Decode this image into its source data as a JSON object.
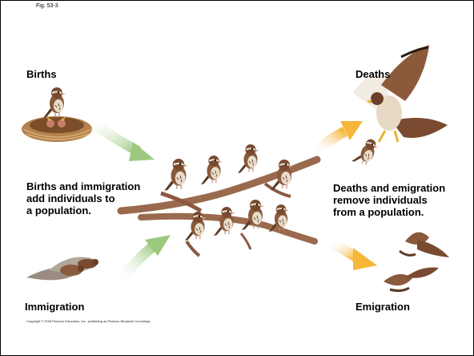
{
  "figure": {
    "label": "Fig. 53-3"
  },
  "labels": {
    "births": "Births",
    "deaths": "Deaths",
    "immigration": "Immigration",
    "emigration": "Emigration"
  },
  "captions": {
    "add_line1": "Births and immigration",
    "add_line2": "add individuals to",
    "add_line3": "a population.",
    "remove_line1": "Deaths and emigration",
    "remove_line2": "remove individuals",
    "remove_line3": "from a population."
  },
  "copyright": "Copyright © 2008 Pearson Education, Inc., publishing as Pearson Benjamin Cummings.",
  "colors": {
    "inflow_arrow": "#a8d08d",
    "outflow_arrow": "#f7c25a",
    "sparrow_body": "#8a5a3c",
    "branch": "#9a6a4e",
    "hawk": "#8c5a3a"
  }
}
